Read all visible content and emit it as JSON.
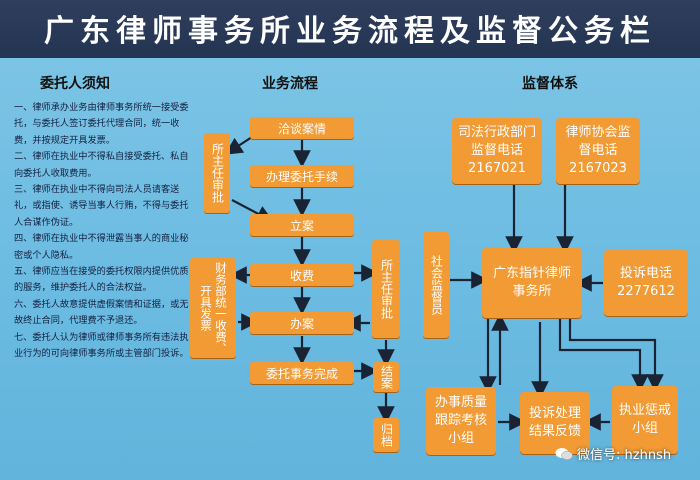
{
  "title": "广东律师事务所业务流程及监督公务栏",
  "sections": {
    "notes_heading": "委托人须知",
    "flow_heading": "业务流程",
    "supervision_heading": "监督体系"
  },
  "notes": [
    "一、律师承办业务由律师事务所统一接受委托，与委托人签订委托代理合同，统一收费，并按规定开具发票。",
    "二、律师在执业中不得私自接受委托、私自向委托人收取费用。",
    "三、律师在执业中不得向司法人员请客送礼，或指使、诱导当事人行贿，不得与委托人合谋作伪证。",
    "四、律师在执业中不得泄露当事人的商业秘密或个人隐私。",
    "五、律师应当在接受的委托权限内提供优质的服务，维护委托人的合法权益。",
    "六、委托人故意提供虚假案情和证据，或无故终止合同，代理费不予退还。",
    "七、委托人认为律师或律师事务所有违法执业行为的可向律师事务所或主管部门投诉。"
  ],
  "flow": {
    "step1": "洽谈案情",
    "step2": "办理委托手续",
    "step3": "立案",
    "step4": "收费",
    "step5": "办案",
    "step6": "委托事务完成",
    "approve1": "所主任审批",
    "approve2": "所主任审批",
    "finance": "财务部统一收费、开具发票",
    "close": "结案",
    "archive": "归档"
  },
  "supervision": {
    "judicial_dept": "司法行政部门监督电话",
    "judicial_phone": "2167021",
    "lawyers_assoc": "律师协会监督电话",
    "lawyers_phone": "2167023",
    "society": "社会监督员",
    "center": "广东指针律师事务所",
    "complaint_label": "投诉电话",
    "complaint_phone": "2277612",
    "quality": "办事质量跟踪考核小组",
    "complaint_handling": "投诉处理结果反馈",
    "discipline": "执业惩戒小组"
  },
  "watermark": "微信号: hzhnsh",
  "colors": {
    "box": "#f29a34",
    "board": "#6bbbe2",
    "titlebar": "#263754"
  }
}
